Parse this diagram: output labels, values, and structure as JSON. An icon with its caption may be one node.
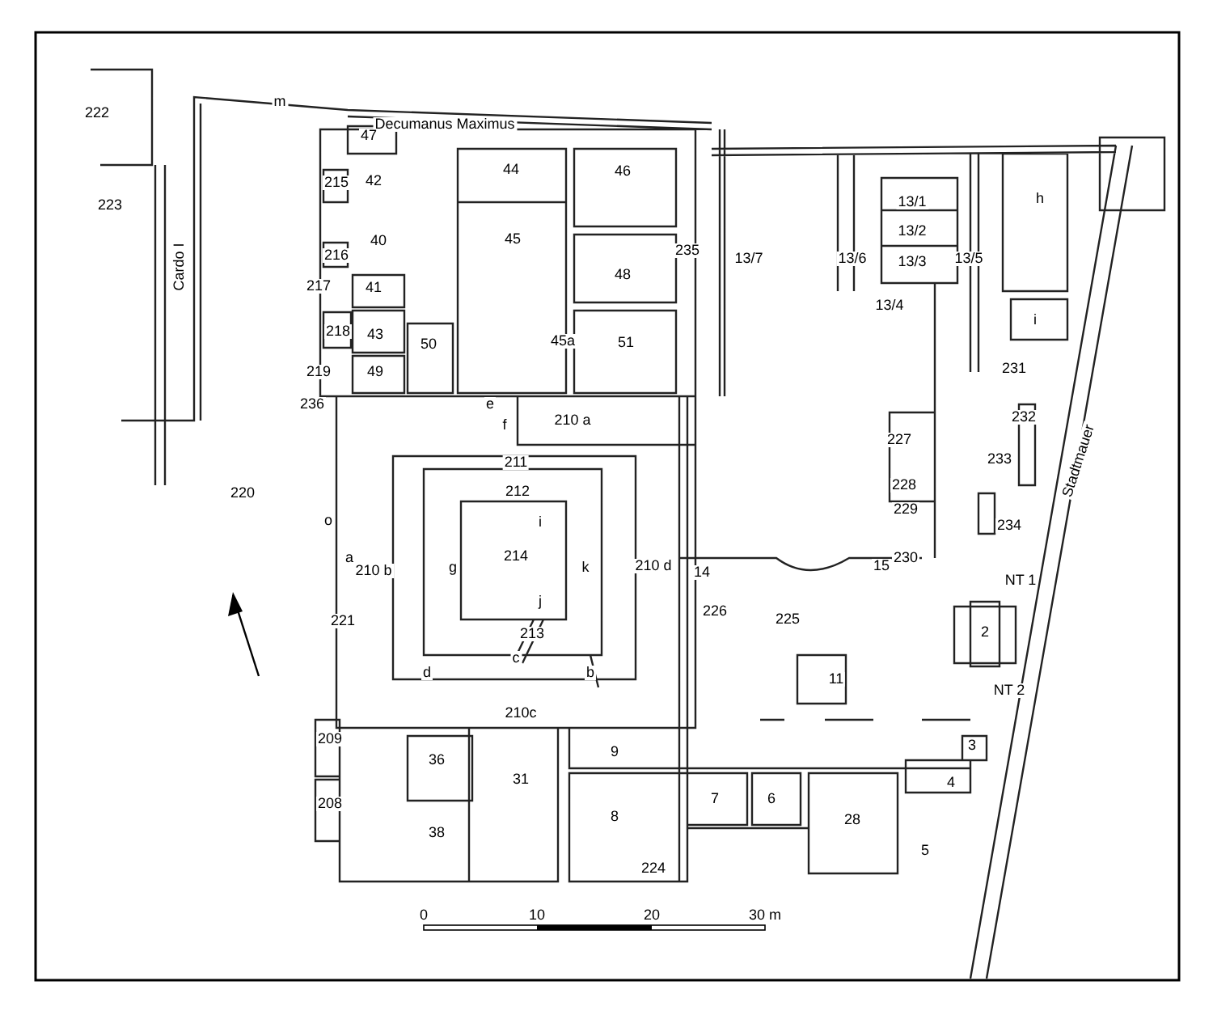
{
  "diagram": {
    "labels": [
      "222",
      "m",
      "Decumanus Maximus",
      "47",
      "44",
      "46",
      "13/1",
      "h",
      "215",
      "223",
      "42",
      "13/2",
      "Cardo I",
      "216",
      "40",
      "45",
      "235",
      "13/7",
      "13/6",
      "13/3",
      "13/5",
      "48",
      "217",
      "41",
      "13/4",
      "i",
      "218",
      "43",
      "50",
      "45a",
      "51",
      "219",
      "49",
      "231",
      "236",
      "e",
      "f",
      "210 a",
      "232",
      "227",
      "211",
      "220",
      "233",
      "212",
      "228",
      "229",
      "o",
      "i",
      "234",
      "a",
      "214",
      "210 b",
      "g",
      "k",
      "210 d",
      "14",
      "230",
      "15",
      "NT 1",
      "221",
      "226",
      "225",
      "2",
      "j",
      "213",
      "c",
      "d",
      "b",
      "11",
      "NT 2",
      "210c",
      "209",
      "36",
      "31",
      "9",
      "3",
      "4",
      "7",
      "6",
      "208",
      "38",
      "8",
      "28",
      "5",
      "224",
      "0",
      "10",
      "20",
      "30 m",
      "Stadtmauer"
    ]
  }
}
